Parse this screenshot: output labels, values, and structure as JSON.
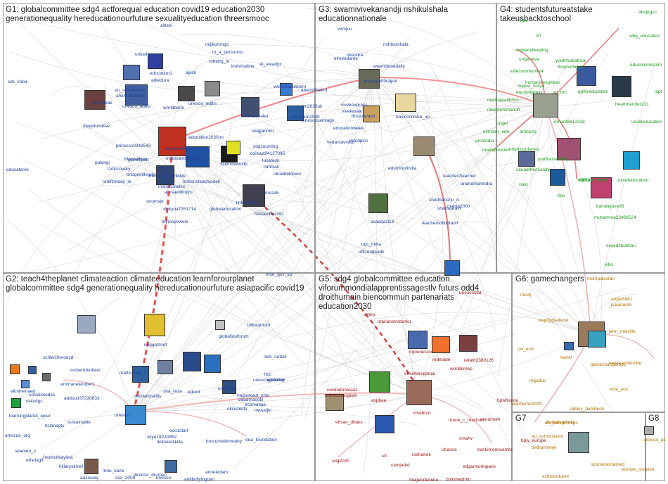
{
  "graph": {
    "groups": [
      {
        "id": "G1",
        "title": "G1: globalcommittee sdg4 actforequal education covid19 education2030\ngenerationequality hereducationourfuture sexualityeducation threersmooc",
        "color": "#1f3fa0"
      },
      {
        "id": "G2",
        "title": "G2: teach4theplanet climateaction climateeducation learnforourplanet\nglobalcommittee sdg4 generationequality hereducationourfuture asiapacific covid19",
        "color": "#1f3fa0"
      },
      {
        "id": "G3",
        "title": "G3: swamivivekanandji rishikulshala\neducationnationale",
        "color": "#1f3fa0"
      },
      {
        "id": "G4",
        "title": "G4: studentsfutureatstake\ntakeusbacktoschool",
        "color": "#1a9a1a"
      },
      {
        "id": "G5",
        "title": "G5: sdg4 globalcommittee education\nviforummondialapprentissagestlv futurs odd4\ndroithumain biencommun partenariats\neducation2030",
        "color": "#9a1010"
      },
      {
        "id": "G6",
        "title": "G6: gamechangers",
        "color": "#b07000"
      },
      {
        "id": "G7",
        "title": "G7",
        "color": "#b07000"
      },
      {
        "id": "G8",
        "title": "G8",
        "color": "#b07000"
      }
    ],
    "labels": {
      "g1": [
        "ailtani",
        "mijikorongo",
        "m_a_persoons",
        "robertg_le",
        "kiohinadine",
        "at_steadyx",
        "unicef",
        "ajack",
        "education1",
        "adledura",
        "eu_sciencehub",
        "unesco_addis",
        "annedeak",
        "ahluwallahitest",
        "unesco_addis",
        "worldbank",
        "diegolunabaz",
        "princess0948543",
        "hilarywilcox",
        "sakumon55",
        "gemreport",
        "education2030un",
        "pulengi",
        "tzdiscovery",
        "onefineday_le",
        "bridgelntleads",
        "marlelzetalks",
        "annaeddiopro",
        "vickypa7351714",
        "stromsjo",
        "toyinoyewole",
        "kaiilbenkilde",
        "echosantoniniis",
        "millionsteachjodell",
        "sciencewoldtr",
        "xoliswa94127095",
        "lucatoon",
        "ismnian",
        "oluwideldowu",
        "hassenhass91",
        "mreza5",
        "sdgcounting",
        "stegjanninl",
        "vedantabostonn",
        "abeoshbeirut",
        "am2020uk",
        "unescosantiago",
        "education2030",
        "sdc_india",
        "educatenie",
        "globaleducation",
        "linfenkram",
        "msmatteo4er",
        "unesc"
      ],
      "g2": [
        "nuggetznet",
        "globalstuforum",
        "lofloramont",
        "nick_nuttall",
        "ltuc",
        "earthday",
        "schleicheroecd",
        "norbertobottani",
        "emmanelerober1",
        "mattinchaz",
        "oecdeduskills",
        "eduint",
        "sha_reza",
        "edutnep",
        "unescoghnetmr",
        "nagoekaut_unei",
        "claudmasotti",
        "ecomatiae",
        "ellcisbetts",
        "rwoudjin",
        "abdoulr37230833",
        "unesco",
        "sustainable",
        "skye18230852",
        "eco1start",
        "itclineerkkilla",
        "burcumetlenwahy",
        "eea_foundation",
        "learningplanet_ejour",
        "cii4sdgs",
        "socialistedes",
        "ticlanagty",
        "eliminenaed",
        "amscue_org",
        "seameo_s",
        "fredrickkaylina",
        "ethelaglf",
        "hillarystimel",
        "mou_kane",
        "aazouiay",
        "osx_2000",
        "director_drumec",
        "unesco",
        "antibullyingcen",
        "anneledam"
      ],
      "g3": [
        "vvmjnu",
        "vkendra",
        "rishikulshala",
        "elrevedante",
        "swamidosedaily",
        "anusaya09rajput",
        "basicshiksha_up",
        "thisisswami",
        "vivekexpress",
        "educationweek",
        "vivekavak",
        "vedantavision",
        "mhrdpics",
        "eduminofindia",
        "shudhanshu_d",
        "teacher2teacher",
        "anandmahindra",
        "shamkaravi",
        "mahta2000",
        "teachersofindiaort",
        "asadqazi13",
        "ugc_india",
        "officeofjandk",
        "moe_gov_sp"
      ],
      "g4": [
        "abujegsc",
        "law",
        "un",
        "unpeacekeeping",
        "ungeneva",
        "youthhubafrica",
        "theyouthreps",
        "safecommunity4",
        "humanitiesglobal",
        "tejasvi_surya",
        "eucourtpress",
        "rashtrapatibhvn",
        "rakeshmohandfi",
        "un_hrc",
        "gpforeducation",
        "omar38612338",
        "ungei",
        "amnesty",
        "minister_edu",
        "pmoindia",
        "majorpoonia",
        "antoniuguterres",
        "youthassembly",
        "asuad4humanity",
        "nato",
        "educannotwait",
        "hrw",
        "rights",
        "unicefeducation",
        "kanwaljaved5",
        "muhamma22468524",
        "sayedzbukhari",
        "who",
        "heartmender231",
        "usaideducation",
        "lopf",
        "educommission",
        "wbg_education"
      ],
      "g5": [
        "omep",
        "marianetroborku",
        "ngounesco",
        "redeiade",
        "refat83380126",
        "worldomep",
        "encefelregional",
        "newindonesia1",
        "unescobangkok",
        "aspbee",
        "rchabrun",
        "marie_c_machon",
        "cmahv",
        "sendrineh",
        "bpwfrance",
        "bpw_europe",
        "ehsan_dhaks",
        "sdg2030",
        "ufi",
        "rochanek",
        "campebd",
        "ufrance",
        "bankimooncentre",
        "edgarmorinparis",
        "thegenderwire",
        "commedmin",
        "unescostat"
      ],
      "g6": [
        "mohrpakistan",
        "innefj",
        "angle8881",
        "_jsalunardo",
        "stephygsalezar",
        "jenn_melville",
        "uw_ectc",
        "twinkl",
        "gamechangerspc",
        "newteachertribe",
        "mgaduc",
        "teacherfor2030",
        "ecla_aus",
        "theleetsgthers",
        "abbey_bambech",
        "eu_partnerships"
      ],
      "g7": [
        "eu_commission",
        "bethannleye",
        "ocomorerrramed",
        "actforoutuere"
      ],
      "g8": [
        "unesco_ac",
        "europe_creative"
      ]
    }
  }
}
